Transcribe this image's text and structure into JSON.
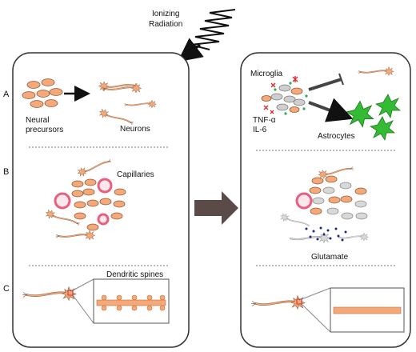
{
  "radiation": {
    "line1": "Ionizing",
    "line2": "Radiation"
  },
  "row_labels": [
    "A",
    "B",
    "C"
  ],
  "left_panel": {
    "neural_precursors_line1": "Neural",
    "neural_precursors_line2": "precursors",
    "neurons": "Neurons",
    "capillaries": "Capillaries",
    "dendritic_spines": "Dendritic spines"
  },
  "right_panel": {
    "microglia": "Microglia",
    "tnf": "TNF-α",
    "il6": "IL-6",
    "astrocytes": "Astrocytes",
    "glutamate": "Glutamate"
  },
  "colors": {
    "cell_fill": "#f5a878",
    "cell_stroke": "#8a5a3a",
    "microglia_fill": "#cfcfcf",
    "astrocyte": "#33bb33",
    "capillary": "#e86080",
    "cytokine": "#d83030",
    "glutamate_dot": "#1a2a7a",
    "big_arrow": "#5a4a48"
  },
  "icons": [
    "lightning-wave-icon",
    "arrow-right-icon",
    "neuron-icon",
    "astrocyte-icon",
    "microglia-icon",
    "inhibition-bar-icon"
  ]
}
